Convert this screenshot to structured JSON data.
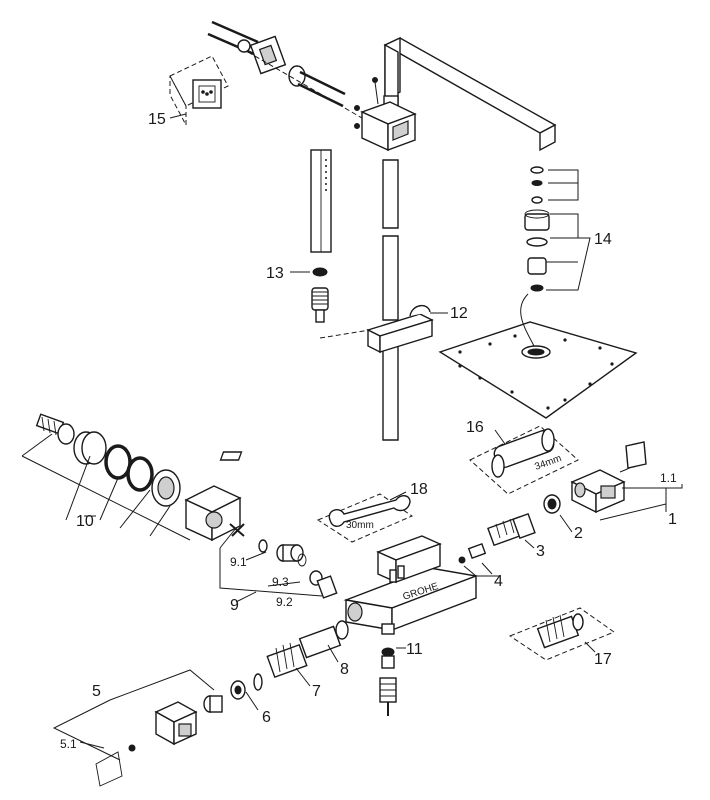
{
  "labels": {
    "p1": "1",
    "p1_1": "1.1",
    "p2": "2",
    "p3": "3",
    "p4": "4",
    "p5": "5",
    "p5_1": "5.1",
    "p6": "6",
    "p7": "7",
    "p8": "8",
    "p9": "9",
    "p9_1": "9.1",
    "p9_2": "9.2",
    "p9_3": "9.3",
    "p10": "10",
    "p11": "11",
    "p12": "12",
    "p13": "13",
    "p14": "14",
    "p15": "15",
    "p16": "16",
    "p17": "17",
    "p18": "18"
  },
  "dimensions": {
    "wrench_18": "30mm",
    "wrench_16": "34mm"
  }
}
